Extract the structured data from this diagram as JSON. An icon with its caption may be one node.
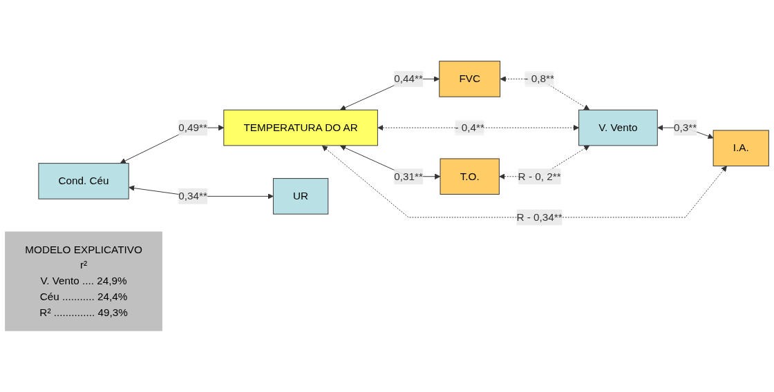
{
  "diagram": {
    "nodes": [
      {
        "text": [
          "FVC"
        ]
      },
      {
        "text": [
          "TEMPERATURA DO AR"
        ]
      },
      {
        "text": [
          "Cond. Céu"
        ]
      },
      {
        "text": [
          "V. Vento"
        ]
      },
      {
        "text": [
          "UR"
        ]
      },
      {
        "text": [
          "T.O."
        ]
      },
      {
        "text": [
          "I.A."
        ]
      },
      {
        "text": [
          "MODELO EXPLICATIVO",
          "r²",
          "V. Vento .... 24,9%",
          "Céu ........... 24,4%",
          "R² .............. 49,3%"
        ]
      }
    ],
    "edges": [
      {
        "from": 1,
        "to": 0,
        "arrow": "both",
        "label": "0,44**"
      },
      {
        "from": 0,
        "to": 3,
        "arrow": "both",
        "label": "- 0,8**",
        "style": "dashed"
      },
      {
        "from": 2,
        "to": 1,
        "arrow": "both",
        "label": "0,49**"
      },
      {
        "from": 1,
        "to": 3,
        "arrow": "both",
        "label": "- 0,4**",
        "style": "dashed"
      },
      {
        "from": 5,
        "to": 3,
        "arrow": "both",
        "label": "R - 0, 2**",
        "style": "dashed"
      },
      {
        "from": 2,
        "to": 4,
        "arrow": "both",
        "label": "0,34**"
      },
      {
        "from": 1,
        "to": 5,
        "arrow": "both",
        "label": "0,31**"
      },
      {
        "from": 3,
        "to": 6,
        "arrow": "both",
        "label": "0,3**"
      },
      {
        "from": 1,
        "to": 6,
        "arrow": "both",
        "label": "R - 0,34**",
        "style": "dashed"
      }
    ]
  }
}
